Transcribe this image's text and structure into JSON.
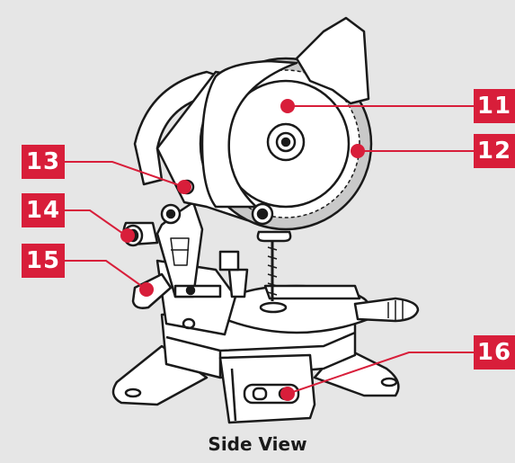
{
  "diagram": {
    "caption": "Side View",
    "callouts": [
      {
        "id": "c11",
        "number": "11"
      },
      {
        "id": "c12",
        "number": "12"
      },
      {
        "id": "c13",
        "number": "13"
      },
      {
        "id": "c14",
        "number": "14"
      },
      {
        "id": "c15",
        "number": "15"
      },
      {
        "id": "c16",
        "number": "16"
      }
    ],
    "colors": {
      "background": "#e6e6e6",
      "callout": "#d81e3a",
      "outline": "#1a1a1a",
      "body": "#ffffff",
      "blade_teeth": "#c9c9c9"
    }
  }
}
